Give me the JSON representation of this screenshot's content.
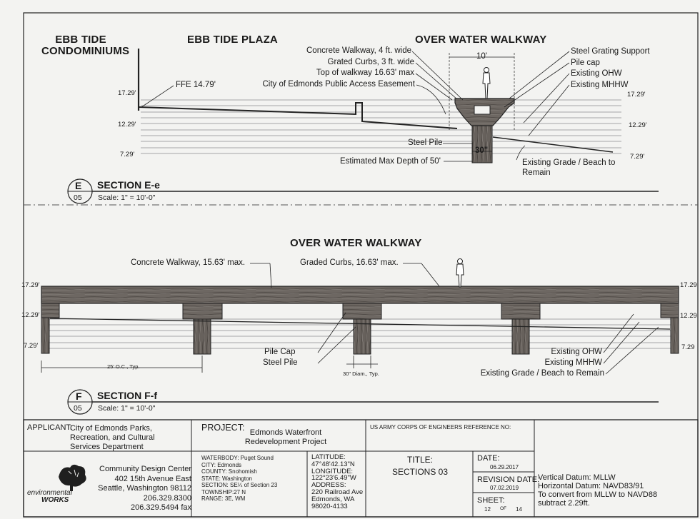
{
  "upper": {
    "ebb_tide_condos": [
      "EBB TIDE",
      "CONDOMINIUMS"
    ],
    "ebb_tide_plaza": "EBB TIDE PLAZA",
    "walkway_title": "OVER WATER WALKWAY",
    "ffe": "FFE 14.79'",
    "concrete_walkway": "Concrete Walkway, 4 ft. wide",
    "grated_curbs": "Grated Curbs, 3 ft. wide",
    "top_walkway": "Top of walkway 16.63' max",
    "easement": "City of Edmonds Public Access Easement",
    "width_10": "10'",
    "steel_grating": "Steel Grating Support",
    "pile_cap": "Pile cap",
    "ohw": "Existing  OHW",
    "mhhw": "Existing MHHW",
    "steel_pile": "Steel Pile",
    "dia_30": "30\"",
    "max_depth": "Estimated Max Depth of 50'",
    "grade_beach": [
      "Existing Grade / Beach to",
      "Remain"
    ],
    "elev_left": [
      "17.29'",
      "12.29'",
      "7.29'"
    ],
    "elev_right": [
      "17.29'",
      "12.29'",
      "7.29'"
    ],
    "section_num": "E",
    "section_sheet": "05",
    "section_label": "SECTION E-e",
    "scale": "Scale: 1\" = 10'-0\""
  },
  "lower": {
    "walkway_title": "OVER WATER WALKWAY",
    "concrete_walkway": "Concrete Walkway, 15.63' max.",
    "graded_curbs": "Graded Curbs, 16.63' max.",
    "elev_left": [
      "17.29'",
      "12.29'",
      "7.29'"
    ],
    "elev_right": [
      "17.29",
      "12.29",
      "7.29"
    ],
    "pile_cap": "Pile Cap",
    "steel_pile": "Steel Pile",
    "spacing": "25' O.C., Typ.",
    "diam": "30\" Diam., Typ.",
    "ohw": "Existing OHW",
    "mhhw": "Existing MHHW",
    "grade_beach": "Existing Grade / Beach to Remain",
    "section_num": "F",
    "section_sheet": "05",
    "section_label": "SECTION F-f",
    "scale": "Scale: 1\" = 10'-0\""
  },
  "titleblock": {
    "applicant_label": "APPLICANT:",
    "applicant": [
      "City of Edmonds Parks,",
      "Recreation, and Cultural",
      "Services Department"
    ],
    "project_label": "PROJECT:",
    "project": [
      "Edmonds Waterfront",
      "Redevelopment Project"
    ],
    "usace": "US ARMY CORPS OF ENGINEERS REFERENCE NO:",
    "logo_text": [
      "environmental",
      "WORKS"
    ],
    "org": [
      "Community Design Center",
      "402 15th Avenue East",
      "Seattle, Washington 98112",
      "206.329.8300",
      "206.329.5494 fax"
    ],
    "waterbody": "WATERBODY: Puget Sound",
    "city": "CITY: Edmonds",
    "county": "COUNTY: Snohomish",
    "state": "STATE: Washington",
    "section": "SECTION: SE¼ of Section 23",
    "township": "TOWNSHIP:27 N",
    "range": "RANGE: 3E, WM",
    "latitude_label": "LATITUDE:",
    "latitude": "47°48'42.13\"N",
    "longitude_label": "LONGITUDE:",
    "longitude": "122°23'6.49\"W",
    "address_label": "ADDRESS:",
    "address": [
      "220 Railroad Ave",
      "Edmonds, WA",
      "98020-4133"
    ],
    "title_label": "TITLE:",
    "title": "SECTIONS 03",
    "date_label": "DATE:",
    "date": "06.29.2017",
    "revision_label": "REVISION DATE:",
    "revision": "07.02.2019",
    "sheet_label": "SHEET:",
    "sheet_num": "12",
    "sheet_of": "OF",
    "sheet_total": "14",
    "datum": [
      "Vertical Datum: MLLW",
      "Horizontal Datum: NAVD83/91",
      "To convert from  MLLW to NAVD88",
      "subtract 2.29ft."
    ]
  }
}
